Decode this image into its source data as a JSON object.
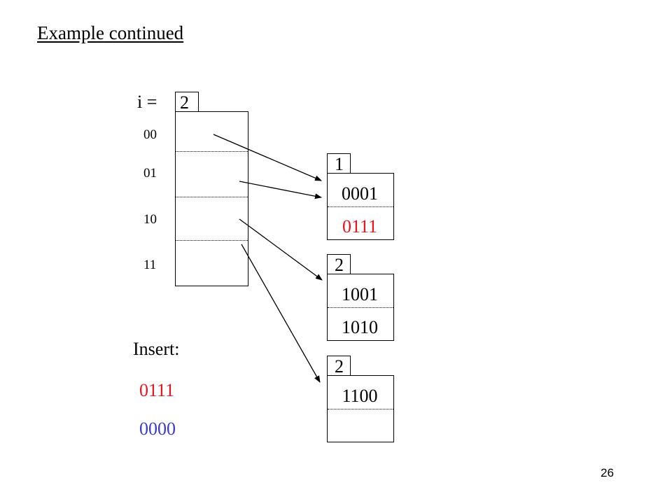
{
  "title": "Example continued",
  "global_depth_label": "i =",
  "global_depth": "2",
  "directory": [
    "00",
    "01",
    "10",
    "11"
  ],
  "buckets": [
    {
      "depth": "1",
      "keys": [
        "0001",
        "0111"
      ]
    },
    {
      "depth": "2",
      "keys": [
        "1001",
        "1010"
      ]
    },
    {
      "depth": "2",
      "keys": [
        "1100",
        ""
      ]
    }
  ],
  "insert_label": "Insert:",
  "inserts": [
    "0111",
    "0000"
  ],
  "page_number": "26",
  "colors": {
    "highlight": "#e8141b",
    "pending": "#3a3ad0",
    "ink": "#000000"
  }
}
